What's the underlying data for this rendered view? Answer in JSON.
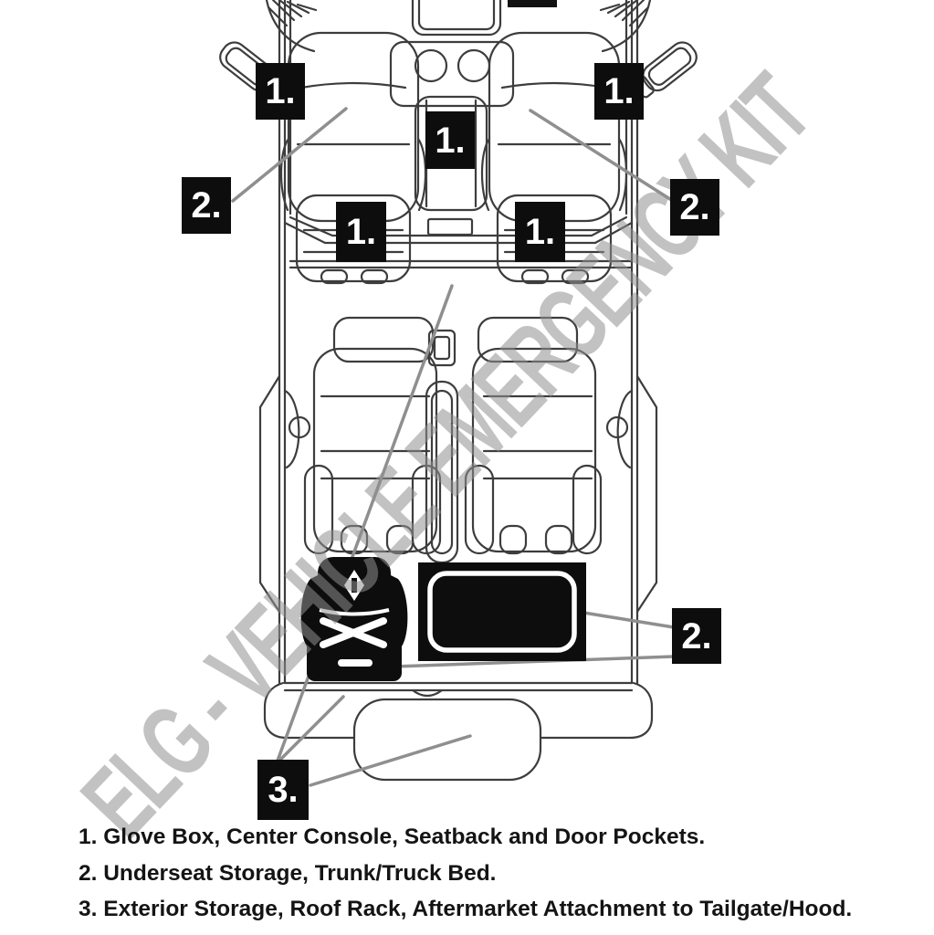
{
  "title": "Vehicle emergency kit storage locations diagram",
  "watermark": {
    "text": "ELG - VEHICLE EMERGENCY KIT",
    "color": "#8f8f8f"
  },
  "markers": [
    {
      "name": "door-pocket-left",
      "text": "1."
    },
    {
      "name": "door-pocket-right",
      "text": "1."
    },
    {
      "name": "center-console",
      "text": "1."
    },
    {
      "name": "seatback-left",
      "text": "1."
    },
    {
      "name": "seatback-right",
      "text": "1."
    },
    {
      "name": "underseat-left",
      "text": "2."
    },
    {
      "name": "underseat-right",
      "text": "2."
    },
    {
      "name": "trunk-bed",
      "text": "2."
    },
    {
      "name": "exterior-storage",
      "text": "3."
    }
  ],
  "legend": {
    "items": [
      "1. Glove Box, Center Console, Seatback and Door Pockets.",
      "2. Underseat Storage, Trunk/Truck Bed.",
      "3. Exterior Storage, Roof Rack, Aftermarket Attachment to Tailgate/Hood."
    ]
  },
  "icons": [
    "backpack-icon",
    "storage-box",
    "mirror-left-icon",
    "mirror-right-icon"
  ],
  "colors": {
    "background": "#ffffff",
    "marker_bg": "#0d0d0d",
    "marker_fg": "#ffffff",
    "outline": "#3d3d3d",
    "pointer_line": "#8f8f8f",
    "watermark": "#8f8f8f"
  }
}
